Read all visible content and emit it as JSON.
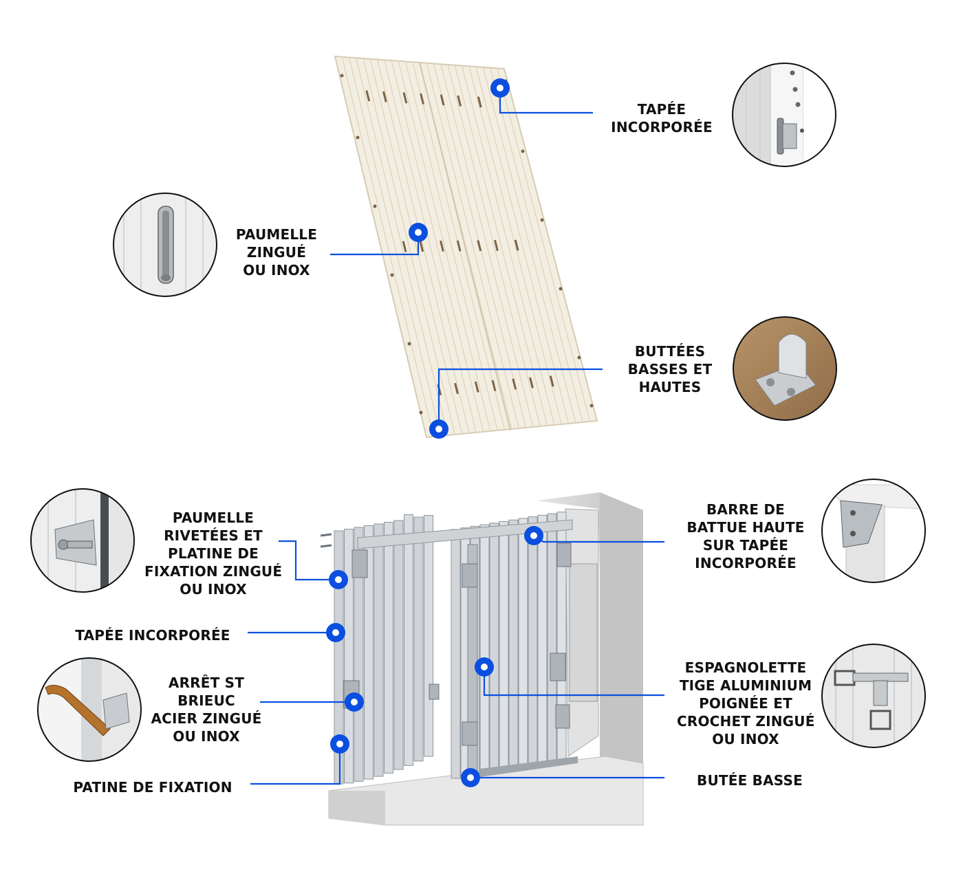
{
  "colors": {
    "accent": "#0a4fe0",
    "panel": "#f2ecdd",
    "panel_line": "#e2d9c4",
    "metal": "#d9dcdf",
    "metal_dark": "#9aa1a8",
    "wall": "#cfcfcf",
    "text": "#111111"
  },
  "labels": {
    "tapee_top": [
      "TAPÉE",
      "INCORPORÉE"
    ],
    "paumelle_top": [
      "PAUMELLE",
      "ZINGUÉ",
      "OU INOX"
    ],
    "buttees": [
      "BUTTÉES",
      "BASSES ET",
      "HAUTES"
    ],
    "paumelle_rivetees": [
      "PAUMELLE",
      "RIVETÉES ET",
      "PLATINE DE",
      "FIXATION ZINGUÉ",
      "OU INOX"
    ],
    "tapee_bottom": [
      "TAPÉE INCORPORÉE"
    ],
    "arret": [
      "ARRÊT ST",
      "BRIEUC",
      "ACIER ZINGUÉ",
      "OU INOX"
    ],
    "patine": [
      "PATINE DE FIXATION"
    ],
    "barre": [
      "BARRE DE",
      "BATTUE HAUTE",
      "SUR TAPÉE",
      "INCORPORÉE"
    ],
    "espagnolette": [
      "ESPAGNOLETTE",
      "TIGE ALUMINIUM",
      "POIGNÉE ET",
      "CROCHET ZINGUÉ",
      "OU INOX"
    ],
    "butee_basse": [
      "BUTÉE  BASSE"
    ]
  },
  "icons": [
    "tapee-detail-icon",
    "paumelle-detail-icon",
    "buttee-detail-icon",
    "rivet-hinge-detail-icon",
    "arret-latch-detail-icon",
    "battue-bracket-detail-icon",
    "espagnolette-detail-icon"
  ]
}
